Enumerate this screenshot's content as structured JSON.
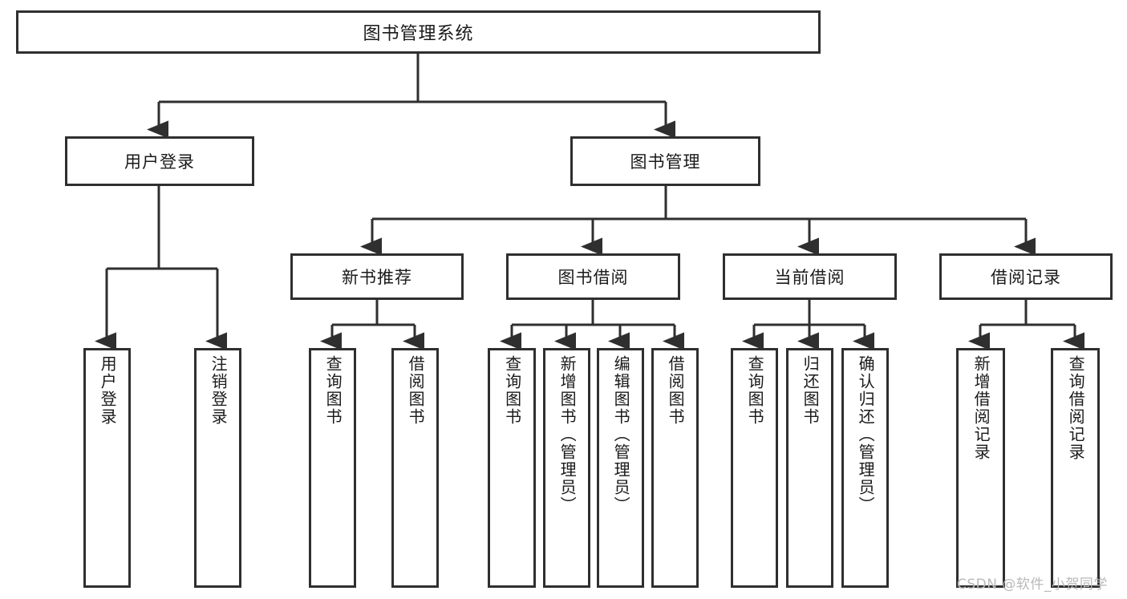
{
  "diagram": {
    "type": "hierarchy-tree",
    "title": "图书管理系统",
    "watermark": "CSDN @软件_小贺同学",
    "colors": {
      "stroke": "#2f2f2f",
      "fill": "#ffffff",
      "text": "#1a1a1a",
      "watermark": "#b9b9b9"
    },
    "levels": [
      {
        "level": 1,
        "nodes": [
          "图书管理系统"
        ]
      },
      {
        "level": 2,
        "nodes": [
          "用户登录",
          "图书管理"
        ]
      },
      {
        "level": 3,
        "nodes": [
          "新书推荐",
          "图书借阅",
          "当前借阅",
          "借阅记录"
        ]
      },
      {
        "level": 4,
        "nodes": [
          "用户登录",
          "注销登录",
          "查询图书",
          "借阅图书",
          "查询图书",
          "新增图书（管理员）",
          "编辑图书（管理员）",
          "借阅图书",
          "查询图书",
          "归还图书",
          "确认归还（管理员）",
          "新增借阅记录",
          "查询借阅记录"
        ]
      }
    ],
    "root": {
      "label": "图书管理系统"
    },
    "level2": [
      {
        "label": "用户登录"
      },
      {
        "label": "图书管理"
      }
    ],
    "level3": [
      {
        "label": "新书推荐"
      },
      {
        "label": "图书借阅"
      },
      {
        "label": "当前借阅"
      },
      {
        "label": "借阅记录"
      }
    ],
    "leaves": {
      "user_login": [
        {
          "label": "用户登录"
        },
        {
          "label": "注销登录"
        }
      ],
      "new_book_rec": [
        {
          "label": "查询图书"
        },
        {
          "label": "借阅图书"
        }
      ],
      "book_borrow": [
        {
          "label": "查询图书"
        },
        {
          "label": "新增图书（管理员）"
        },
        {
          "label": "编辑图书（管理员）"
        },
        {
          "label": "借阅图书"
        }
      ],
      "current_borrow": [
        {
          "label": "查询图书"
        },
        {
          "label": "归还图书"
        },
        {
          "label": "确认归还（管理员）"
        }
      ],
      "borrow_record": [
        {
          "label": "新增借阅记录"
        },
        {
          "label": "查询借阅记录"
        }
      ]
    },
    "edges": [
      {
        "from": "图书管理系统",
        "to": "用户登录"
      },
      {
        "from": "图书管理系统",
        "to": "图书管理"
      },
      {
        "from": "图书管理",
        "to": "新书推荐"
      },
      {
        "from": "图书管理",
        "to": "图书借阅"
      },
      {
        "from": "图书管理",
        "to": "当前借阅"
      },
      {
        "from": "图书管理",
        "to": "借阅记录"
      },
      {
        "from": "用户登录",
        "to": "用户登录"
      },
      {
        "from": "用户登录",
        "to": "注销登录"
      },
      {
        "from": "新书推荐",
        "to": "查询图书"
      },
      {
        "from": "新书推荐",
        "to": "借阅图书"
      },
      {
        "from": "图书借阅",
        "to": "查询图书"
      },
      {
        "from": "图书借阅",
        "to": "新增图书（管理员）"
      },
      {
        "from": "图书借阅",
        "to": "编辑图书（管理员）"
      },
      {
        "from": "图书借阅",
        "to": "借阅图书"
      },
      {
        "from": "当前借阅",
        "to": "查询图书"
      },
      {
        "from": "当前借阅",
        "to": "归还图书"
      },
      {
        "from": "当前借阅",
        "to": "确认归还（管理员）"
      },
      {
        "from": "借阅记录",
        "to": "新增借阅记录"
      },
      {
        "from": "借阅记录",
        "to": "查询借阅记录"
      }
    ]
  }
}
